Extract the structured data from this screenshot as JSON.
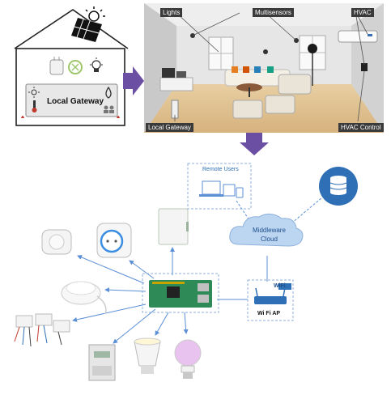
{
  "house": {
    "gateway_label": "Local Gateway"
  },
  "room": {
    "labels": {
      "lights": "Lights",
      "multisensors": "Multisensors",
      "hvac": "HVAC",
      "local_gateway": "Local Gateway",
      "hvac_control": "HVAC Control"
    }
  },
  "network": {
    "remote_users": "Remote Users",
    "cloud_line1": "Middleware",
    "cloud_line2": "Cloud",
    "wifi_badge": "WiFi",
    "wifi_ap": "Wi Fi AP"
  },
  "colors": {
    "arrow": "#6b4fa3",
    "line": "#5b8fd6",
    "accent": "#2f6fb5"
  }
}
